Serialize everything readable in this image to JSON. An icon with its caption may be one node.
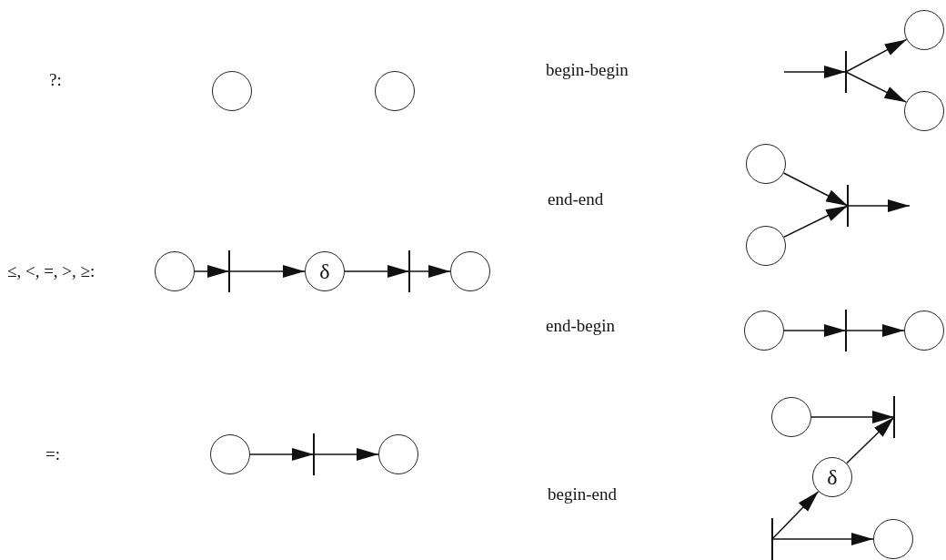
{
  "diagram": {
    "nodes": [
      {
        "text": [],
        "shape": "circle"
      },
      {
        "text": [],
        "shape": "circle"
      },
      {
        "text": [],
        "shape": "circle"
      },
      {
        "text": [],
        "shape": "bar"
      },
      {
        "text": [
          "δ"
        ]
      },
      {
        "text": [],
        "shape": "bar"
      },
      {
        "text": [],
        "shape": "circle"
      },
      {
        "text": [],
        "shape": "circle"
      },
      {
        "text": [],
        "shape": "bar"
      },
      {
        "text": [],
        "shape": "circle"
      },
      {
        "text": [],
        "shape": "bar"
      },
      {
        "text": [],
        "shape": "circle"
      },
      {
        "text": [],
        "shape": "circle"
      },
      {
        "text": [],
        "shape": "circle"
      },
      {
        "text": [],
        "shape": "circle"
      },
      {
        "text": [],
        "shape": "bar"
      },
      {
        "text": [],
        "shape": "circle"
      },
      {
        "text": [],
        "shape": "bar"
      },
      {
        "text": [],
        "shape": "circle"
      },
      {
        "text": [],
        "shape": "circle"
      },
      {
        "text": [],
        "shape": "bar"
      },
      {
        "text": [
          "δ"
        ]
      },
      {
        "text": [],
        "shape": "bar"
      },
      {
        "text": [],
        "shape": "circle"
      }
    ],
    "edges": [
      {
        "from": 2,
        "to": 3,
        "arrow": "to"
      },
      {
        "from": 3,
        "to": 4,
        "arrow": "to"
      },
      {
        "from": 4,
        "to": 5,
        "arrow": "to"
      },
      {
        "from": 5,
        "to": 6,
        "arrow": "to"
      },
      {
        "from": 7,
        "to": 8,
        "arrow": "to"
      },
      {
        "from": 8,
        "to": 9,
        "arrow": "to"
      },
      {
        "from": null,
        "to": 10,
        "arrow": "to"
      },
      {
        "from": 10,
        "to": 11,
        "arrow": "to"
      },
      {
        "from": 10,
        "to": 12,
        "arrow": "to"
      },
      {
        "from": 13,
        "to": 15,
        "arrow": "to"
      },
      {
        "from": 14,
        "to": 15,
        "arrow": "to"
      },
      {
        "from": 15,
        "to": null,
        "arrow": "to"
      },
      {
        "from": 16,
        "to": 17,
        "arrow": "to"
      },
      {
        "from": 17,
        "to": 18,
        "arrow": "to"
      },
      {
        "from": 19,
        "to": 20,
        "arrow": "to"
      },
      {
        "from": 22,
        "to": 21,
        "arrow": "to"
      },
      {
        "from": 21,
        "to": 20,
        "arrow": "to"
      },
      {
        "from": 22,
        "to": 23,
        "arrow": "to"
      }
    ],
    "labels": [
      "?:",
      "begin-begin",
      "end-end",
      "≤, <, =, >, ≥:",
      "end-begin",
      "=:",
      "begin-end"
    ]
  }
}
